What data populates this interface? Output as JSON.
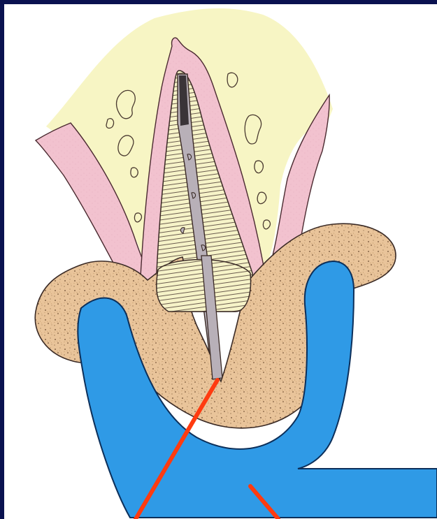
{
  "figure": {
    "title": "",
    "description_visible_text": ""
  },
  "colors": {
    "frame": "#0a1250",
    "background": "#ffffff",
    "bone": "#f7f5c4",
    "gingiva": "#f2c2cf",
    "gingiva_outline": "#4a2a30",
    "dentin_stripes": "#f6f3c8",
    "pulp_canal": "#b8b0b8",
    "gutta_percha": "#3a3438",
    "periapical_lesion": "#e9c49a",
    "lesion_speckle": "#8a6a48",
    "endodontic_instrument": "#2f9ae6",
    "pointer_lines": "#ff3b10"
  },
  "parts": [
    {
      "name": "alveolar-bone",
      "icon": "bone-region"
    },
    {
      "name": "gingiva",
      "icon": "soft-tissue"
    },
    {
      "name": "tooth-root",
      "icon": "striped-dentin"
    },
    {
      "name": "root-canal",
      "icon": "canal"
    },
    {
      "name": "periapical-lesion",
      "icon": "speckled-mass"
    },
    {
      "name": "instrument",
      "icon": "blue-tube"
    },
    {
      "name": "pointer-lines",
      "icon": "red-arrows"
    }
  ]
}
